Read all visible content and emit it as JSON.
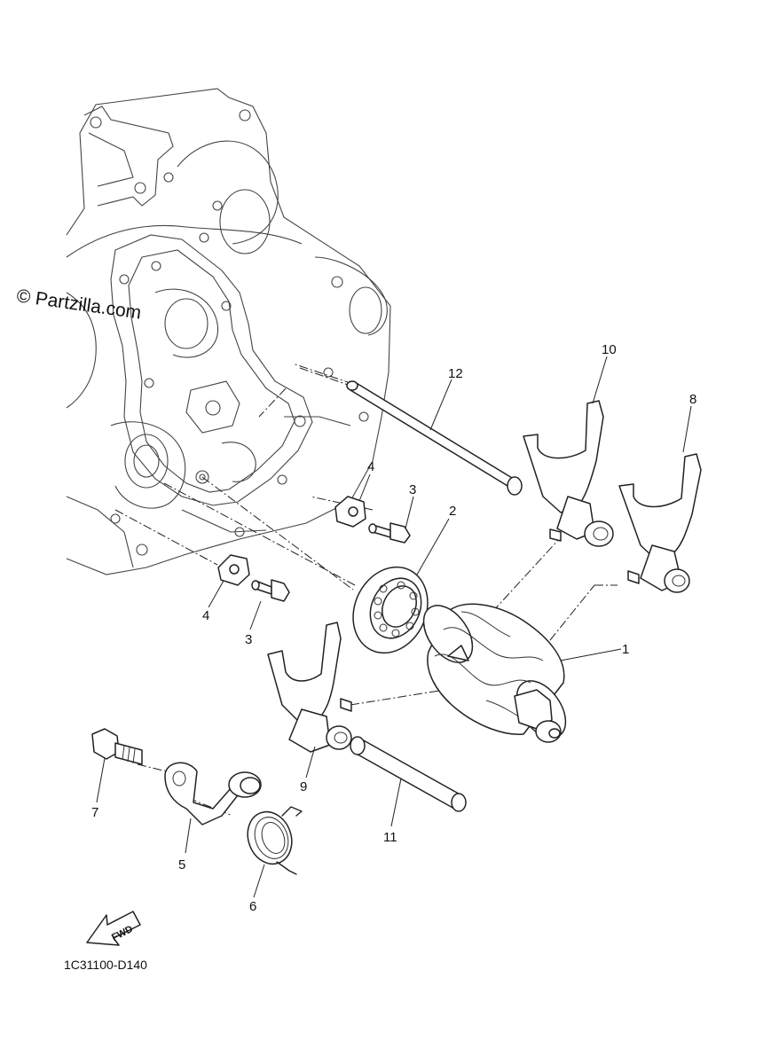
{
  "watermark": "© Partzilla.com",
  "diagram_code": "1C31100-D140",
  "direction_marker": "FWD",
  "callouts": {
    "p1": "1",
    "p2": "2",
    "p3a": "3",
    "p3b": "3",
    "p4a": "4",
    "p4b": "4",
    "p5": "5",
    "p6": "6",
    "p7": "7",
    "p8": "8",
    "p9": "9",
    "p10": "10",
    "p11": "11",
    "p12": "12"
  }
}
